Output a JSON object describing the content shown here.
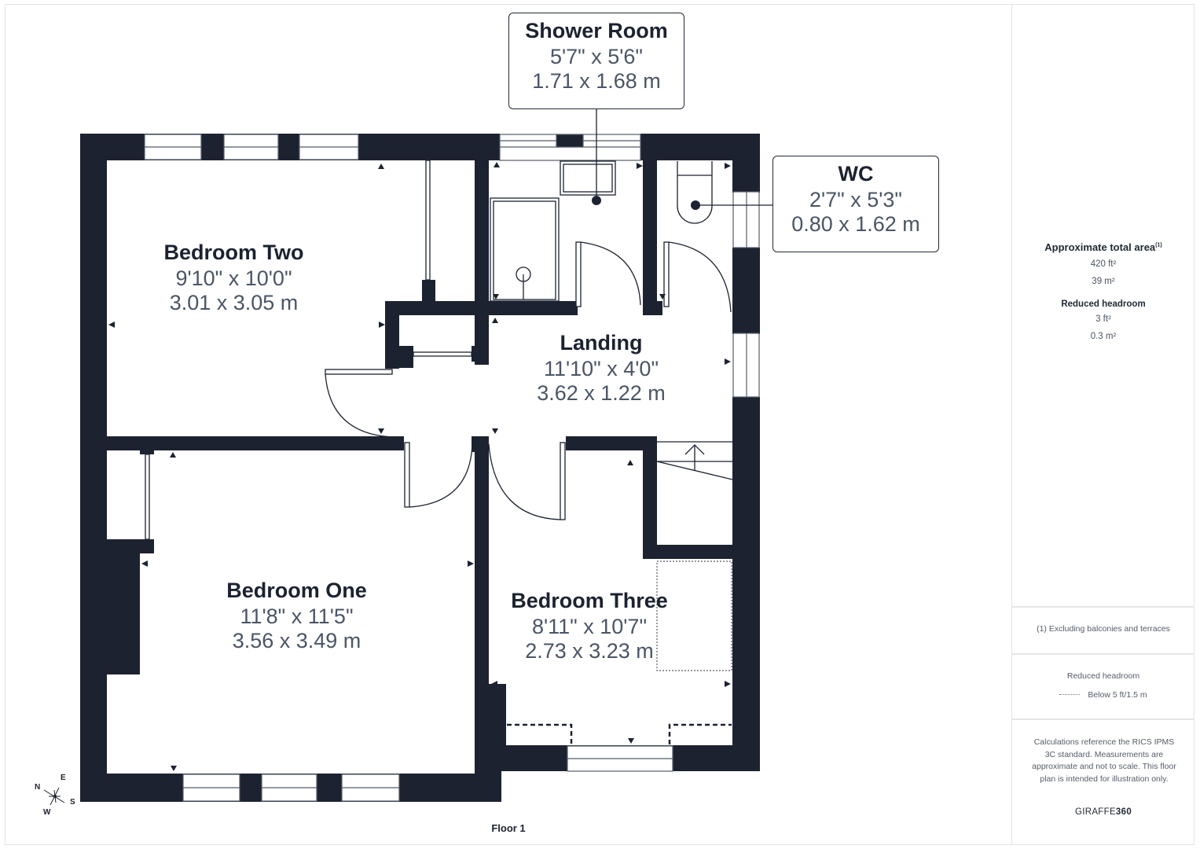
{
  "floor": {
    "label": "Floor 1"
  },
  "rooms": {
    "bedroom_two": {
      "name": "Bedroom Two",
      "imperial": "9'10\" x 10'0\"",
      "metric": "3.01 x 3.05 m"
    },
    "shower_room": {
      "name": "Shower Room",
      "imperial": "5'7\" x 5'6\"",
      "metric": "1.71 x 1.68 m"
    },
    "wc": {
      "name": "WC",
      "imperial": "2'7\" x 5'3\"",
      "metric": "0.80 x 1.62 m"
    },
    "landing": {
      "name": "Landing",
      "imperial": "11'10\" x 4'0\"",
      "metric": "3.62 x 1.22 m"
    },
    "bedroom_one": {
      "name": "Bedroom One",
      "imperial": "11'8\" x 11'5\"",
      "metric": "3.56 x 3.49 m"
    },
    "bedroom_three": {
      "name": "Bedroom Three",
      "imperial": "8'11\" x 10'7\"",
      "metric": "2.73 x 3.23 m"
    }
  },
  "compass": {
    "n": "N",
    "e": "E",
    "s": "S",
    "w": "W"
  },
  "sidebar": {
    "total_area_title": "Approximate total area",
    "total_area_note_marker": "(1)",
    "total_area_ft": "420 ft²",
    "total_area_m": "39 m²",
    "reduced_headroom_title": "Reduced headroom",
    "reduced_headroom_ft": "3 ft²",
    "reduced_headroom_m": "0.3 m²",
    "footnote": "(1) Excluding balconies and terraces",
    "legend_title": "Reduced headroom",
    "legend_item": "Below 5 ft/1.5 m",
    "disclaimer": "Calculations reference the RICS IPMS 3C standard. Measurements are approximate and not to scale. This floor plan is intended for illustration only.",
    "brand_light": "GIRAFFE",
    "brand_bold": "360"
  },
  "colors": {
    "wall": "#1c2230",
    "text_dark": "#1c2230",
    "text_dim": "#4b5566",
    "border": "#e3e3e3"
  }
}
